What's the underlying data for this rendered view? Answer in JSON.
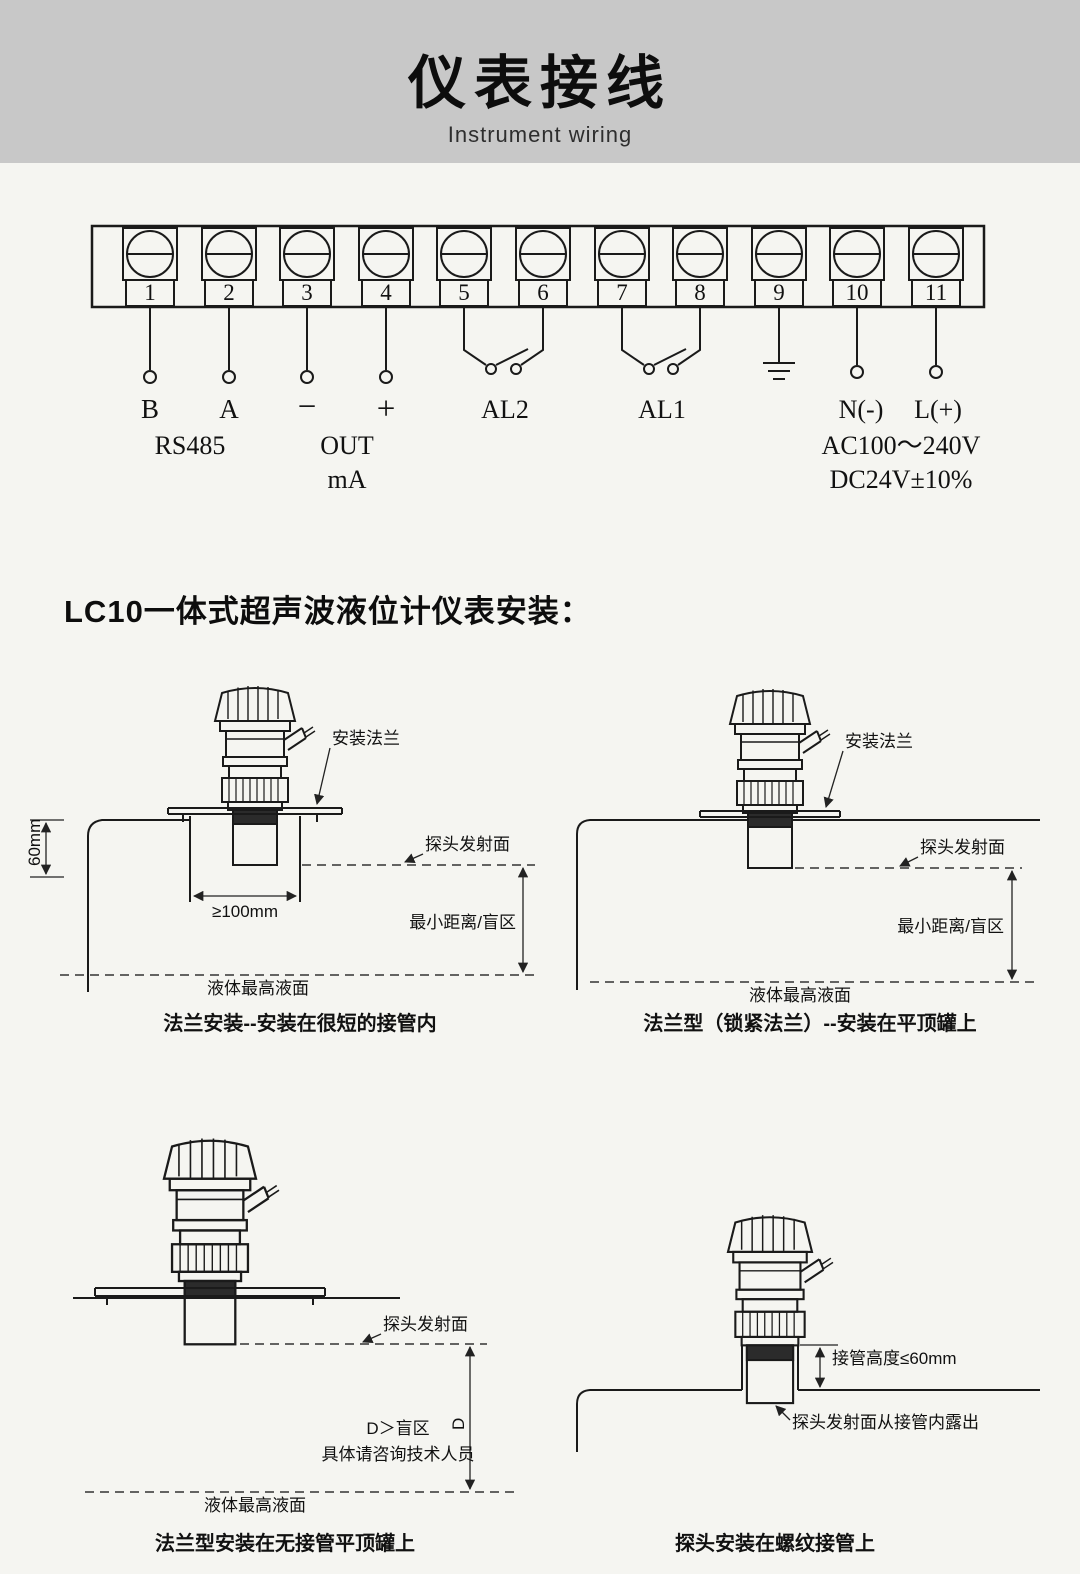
{
  "header": {
    "title": "仪表接线",
    "subtitle": "Instrument wiring"
  },
  "section": {
    "title": "LC10一体式超声波液位计仪表安装："
  },
  "wiring": {
    "terminals": [
      "1",
      "2",
      "3",
      "4",
      "5",
      "6",
      "7",
      "8",
      "9",
      "10",
      "11"
    ],
    "labels": {
      "b": "B",
      "a": "A",
      "minus": "−",
      "plus": "+",
      "al2": "AL2",
      "al1": "AL1",
      "n": "N(-)",
      "l": "L(+)",
      "rs485": "RS485",
      "out": "OUT",
      "ma": "mA",
      "ac": "AC100～240V",
      "dc": "DC24V±10%"
    },
    "ground_icon": "earth-ground-icon"
  },
  "diagrams": [
    {
      "caption": "法兰安装--安装在很短的接管内",
      "labels": {
        "flange": "安装法兰",
        "probe_face": "探头发射面",
        "blind": "最小距离/盲区",
        "liquid": "液体最高液面",
        "dim60": "60mm",
        "dim100": "≥100mm"
      }
    },
    {
      "caption": "法兰型（锁紧法兰）--安装在平顶罐上",
      "labels": {
        "flange": "安装法兰",
        "probe_face": "探头发射面",
        "blind": "最小距离/盲区",
        "liquid": "液体最高液面"
      }
    },
    {
      "caption": "法兰型安装在无接管平顶罐上",
      "labels": {
        "probe_face": "探头发射面",
        "d_letter": "D",
        "d_blind": "D＞盲区",
        "consult": "具体请咨询技术人员",
        "liquid": "液体最高液面"
      }
    },
    {
      "caption": "探头安装在螺纹接管上",
      "labels": {
        "nozzle_height": "接管高度≤60mm",
        "probe_exposed": "探头发射面从接管内露出"
      }
    }
  ]
}
